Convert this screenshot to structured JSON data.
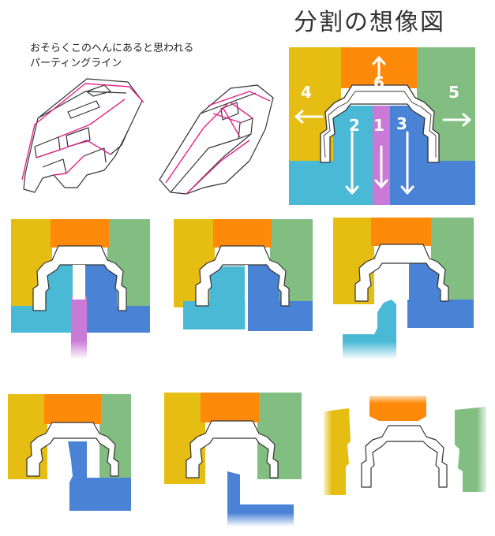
{
  "title": "分割の想像図",
  "note": {
    "line1": "おそらくこのへんにあると思われる",
    "line2": "パーティングライン"
  },
  "parts": {
    "p1": "1",
    "p2": "2",
    "p3": "3",
    "p4": "4",
    "p5": "5",
    "p6": "6"
  },
  "colors": {
    "yellow": "#e6bd12",
    "orange": "#ff8a0a",
    "green": "#82be82",
    "cyan": "#4ab9d6",
    "blue": "#4a82d6",
    "pink": "#c97ad6",
    "outline": "#333333",
    "parting-line": "#e4218c"
  }
}
